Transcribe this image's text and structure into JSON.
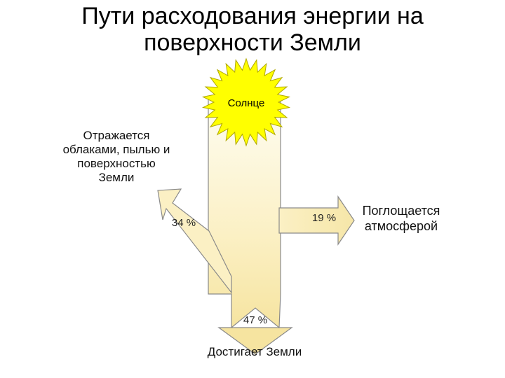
{
  "title": "Пути расходования энергии на поверхности Земли",
  "sun_label": "Солнце",
  "flows": [
    {
      "destination": "Отражается облаками, пылью и поверхностью Земли",
      "percent_label": "34 %"
    },
    {
      "destination": "Поглощается атмосферой",
      "percent_label": "19 %"
    },
    {
      "destination": "Достигает Земли",
      "percent_label": "47 %"
    }
  ],
  "colors": {
    "arrow_fill_light": "#fefbe7",
    "arrow_fill_dark": "#f6e4a0",
    "arrow_stroke": "#8a8a8a",
    "sun_fill": "#ffff00",
    "sun_stroke": "#b0a800"
  }
}
